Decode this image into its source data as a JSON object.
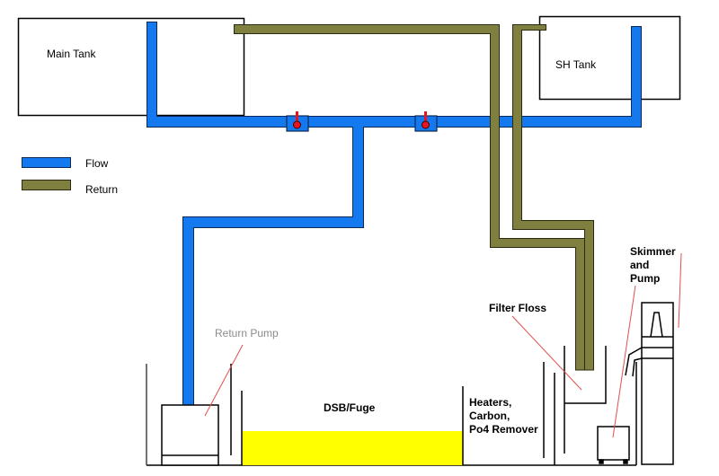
{
  "labels": {
    "main_tank": "Main Tank",
    "sh_tank": "SH Tank",
    "legend_flow": "Flow",
    "legend_return": "Return",
    "return_pump": "Return Pump",
    "dsb_fuge": "DSB/Fuge",
    "heaters_1": "Heaters,",
    "heaters_2": "Carbon,",
    "heaters_3": "Po4 Remover",
    "filter_floss": "Filter Floss",
    "skimmer_1": "Skimmer",
    "skimmer_2": "and",
    "skimmer_3": "Pump"
  },
  "colors": {
    "flow": "#1479ee",
    "return": "#7f7f3f",
    "sand": "#ffff00",
    "valve_handle": "#e8141e",
    "pointer": "#e05050"
  }
}
